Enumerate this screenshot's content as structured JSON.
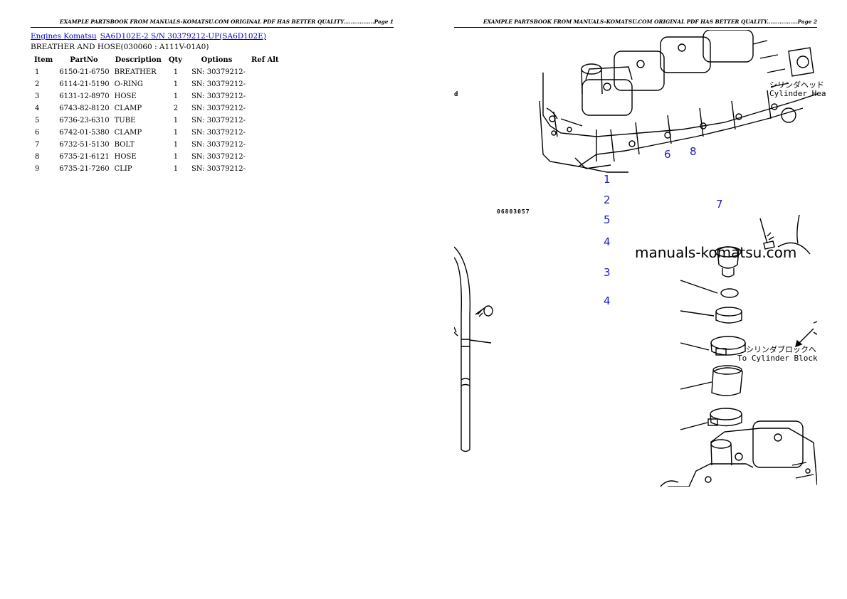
{
  "page1": {
    "header": "EXAMPLE PARTSBOOK FROM MANUALS-KOMATSU.COM ORIGINAL PDF HAS BETTER QUALITY.................Page 1",
    "breadcrumb": {
      "link1": "Engines Komatsu",
      "link2": "SA6D102E-2 S/N 30379212-UP(SA6D102E)"
    },
    "section_title": "BREATHER AND HOSE(030060 : A111V-01A0)",
    "table": {
      "headers": [
        "Item",
        "PartNo",
        "Description",
        "Qty",
        "Options",
        "Ref Alt"
      ],
      "rows": [
        {
          "item": "1",
          "part": "6150-21-6750",
          "desc": "BREATHER",
          "qty": "1",
          "opt": "SN: 30379212-"
        },
        {
          "item": "2",
          "part": "6114-21-5190",
          "desc": "O-RING",
          "qty": "1",
          "opt": "SN: 30379212-"
        },
        {
          "item": "3",
          "part": "6131-12-8970",
          "desc": "HOSE",
          "qty": "1",
          "opt": "SN: 30379212-"
        },
        {
          "item": "4",
          "part": "6743-82-8120",
          "desc": "CLAMP",
          "qty": "2",
          "opt": "SN: 30379212-"
        },
        {
          "item": "5",
          "part": "6736-23-6310",
          "desc": "TUBE",
          "qty": "1",
          "opt": "SN: 30379212-"
        },
        {
          "item": "6",
          "part": "6742-01-5380",
          "desc": "CLAMP",
          "qty": "1",
          "opt": "SN: 30379212-"
        },
        {
          "item": "7",
          "part": "6732-51-5130",
          "desc": "BOLT",
          "qty": "1",
          "opt": "SN: 30379212-"
        },
        {
          "item": "8",
          "part": "6735-21-6121",
          "desc": "HOSE",
          "qty": "1",
          "opt": "SN: 30379212-"
        },
        {
          "item": "9",
          "part": "6735-21-7260",
          "desc": "CLIP",
          "qty": "1",
          "opt": "SN: 30379212-"
        }
      ]
    }
  },
  "page2": {
    "header": "EXAMPLE PARTSBOOK FROM MANUALS-KOMATSU.COM ORIGINAL PDF HAS BETTER QUALITY.................Page 2",
    "watermark": "manuals-komatsu.com",
    "figure_number": "06803057",
    "labels": {
      "cyl_head_jp": "シリンダヘッド",
      "cyl_head_en": "Cylinder Hea",
      "cyl_block_jp": "シリンダブロックへ",
      "cyl_block_en": "To Cylinder Block",
      "edge_left": "d"
    },
    "callouts": [
      "1",
      "2",
      "5",
      "4",
      "3",
      "4",
      "6",
      "8",
      "7"
    ]
  }
}
